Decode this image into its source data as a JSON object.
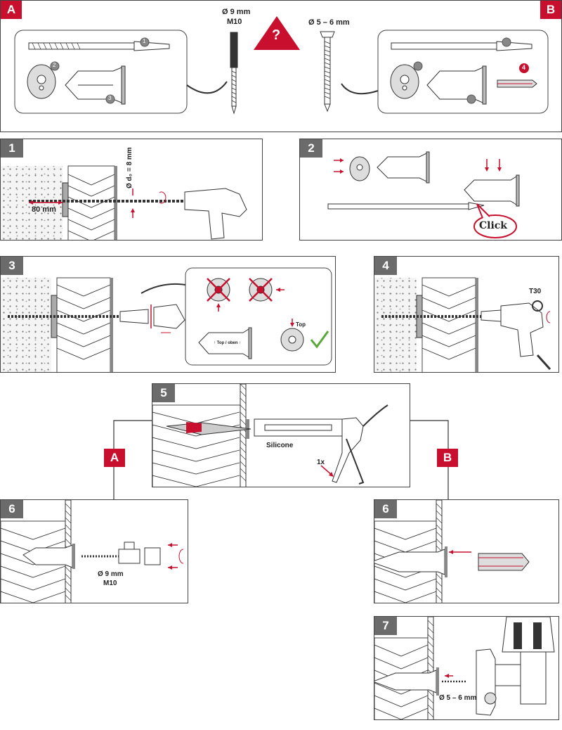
{
  "variants": {
    "a": "A",
    "b": "B"
  },
  "top": {
    "screw_a_size": "Ø 9 mm",
    "screw_a_thread": "M10",
    "screw_b_size": "Ø 5 – 6 mm",
    "question": "?"
  },
  "parts": {
    "p1": "1",
    "p2": "2",
    "p3": "3",
    "p4": "4"
  },
  "steps": {
    "s1": {
      "num": "1",
      "depth": "80 mm",
      "drill_diam": "Ø d₀ = 8 mm"
    },
    "s2": {
      "num": "2",
      "click": "Click"
    },
    "s3": {
      "num": "3",
      "top_label": "Top",
      "dowel_text": "↑ Top / oben ↑"
    },
    "s4": {
      "num": "4",
      "bit": "T30"
    },
    "s5": {
      "num": "5",
      "silicone": "Silicone",
      "count": "1x"
    },
    "s6a": {
      "num": "6",
      "screw_size": "Ø 9 mm",
      "thread": "M10"
    },
    "s6b": {
      "num": "6"
    },
    "s7": {
      "num": "7",
      "screw_size": "Ø 5 – 6 mm"
    }
  },
  "colors": {
    "accent_red": "#c8102e",
    "badge_grey": "#6b6b6b",
    "line": "#333333"
  }
}
